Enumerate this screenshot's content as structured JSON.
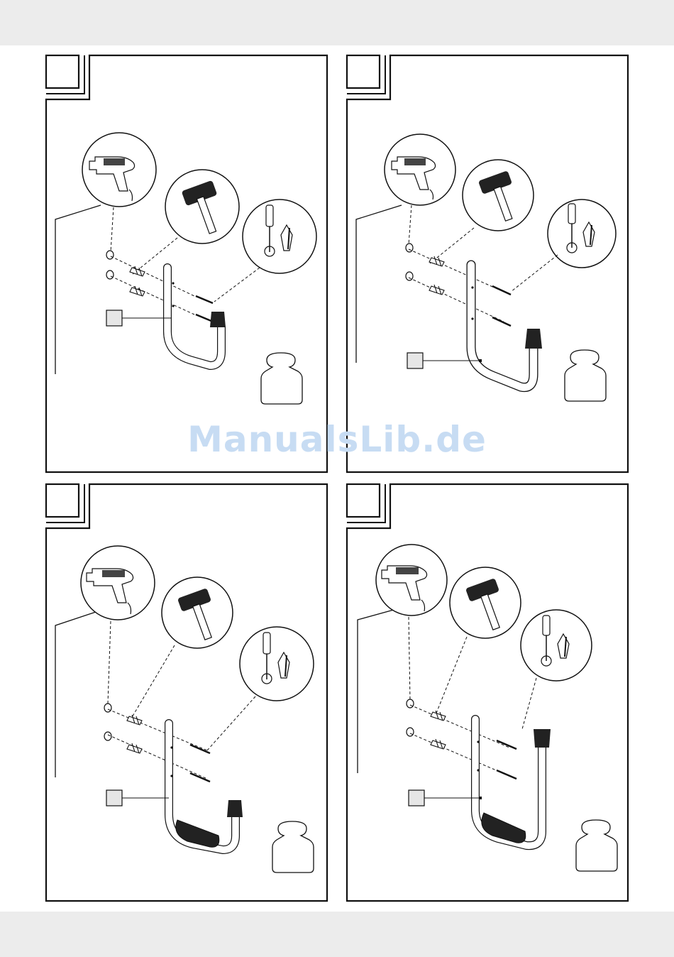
{
  "watermark": "ManualsLib.de",
  "panels": [
    {
      "id": "panel-1",
      "grip": false,
      "cap": "bottom-right",
      "callout_label": ""
    },
    {
      "id": "panel-2",
      "grip": false,
      "cap": "bottom-right",
      "callout_label": ""
    },
    {
      "id": "panel-3",
      "grip": true,
      "cap": "bottom-right",
      "callout_label": ""
    },
    {
      "id": "panel-4",
      "grip": true,
      "cap": "top-right",
      "callout_label": ""
    }
  ],
  "icons": [
    "drill-icon",
    "hammer-icon",
    "screwdriver-icon",
    "weight-icon",
    "wall-anchor-icon",
    "screw-icon",
    "hook-bracket-icon"
  ]
}
